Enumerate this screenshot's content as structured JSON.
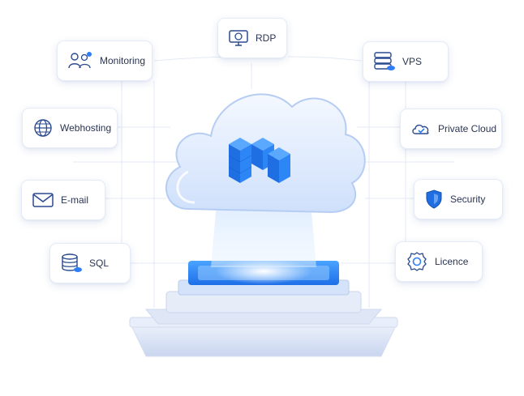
{
  "services": {
    "rdp": {
      "label": "RDP",
      "icon": "remote-desktop-monitor-icon"
    },
    "monitoring": {
      "label": "Monitoring",
      "icon": "team-monitoring-icon"
    },
    "vps": {
      "label": "VPS",
      "icon": "database-server-icon"
    },
    "webhosting": {
      "label": "Webhosting",
      "icon": "globe-icon"
    },
    "private_cloud": {
      "label": "Private Cloud",
      "icon": "cloud-check-icon"
    },
    "email": {
      "label": "E-mail",
      "icon": "envelope-icon"
    },
    "security": {
      "label": "Security",
      "icon": "shield-icon"
    },
    "sql": {
      "label": "SQL",
      "icon": "database-icon"
    },
    "licence": {
      "label": "Licence",
      "icon": "gear-badge-icon"
    }
  },
  "center": {
    "icon": "cloud-logo-icon"
  },
  "colors": {
    "accent": "#2f7ef5",
    "accent_dark": "#1d5bd6",
    "icon_stroke": "#2a4a8f",
    "text": "#2a3553"
  }
}
